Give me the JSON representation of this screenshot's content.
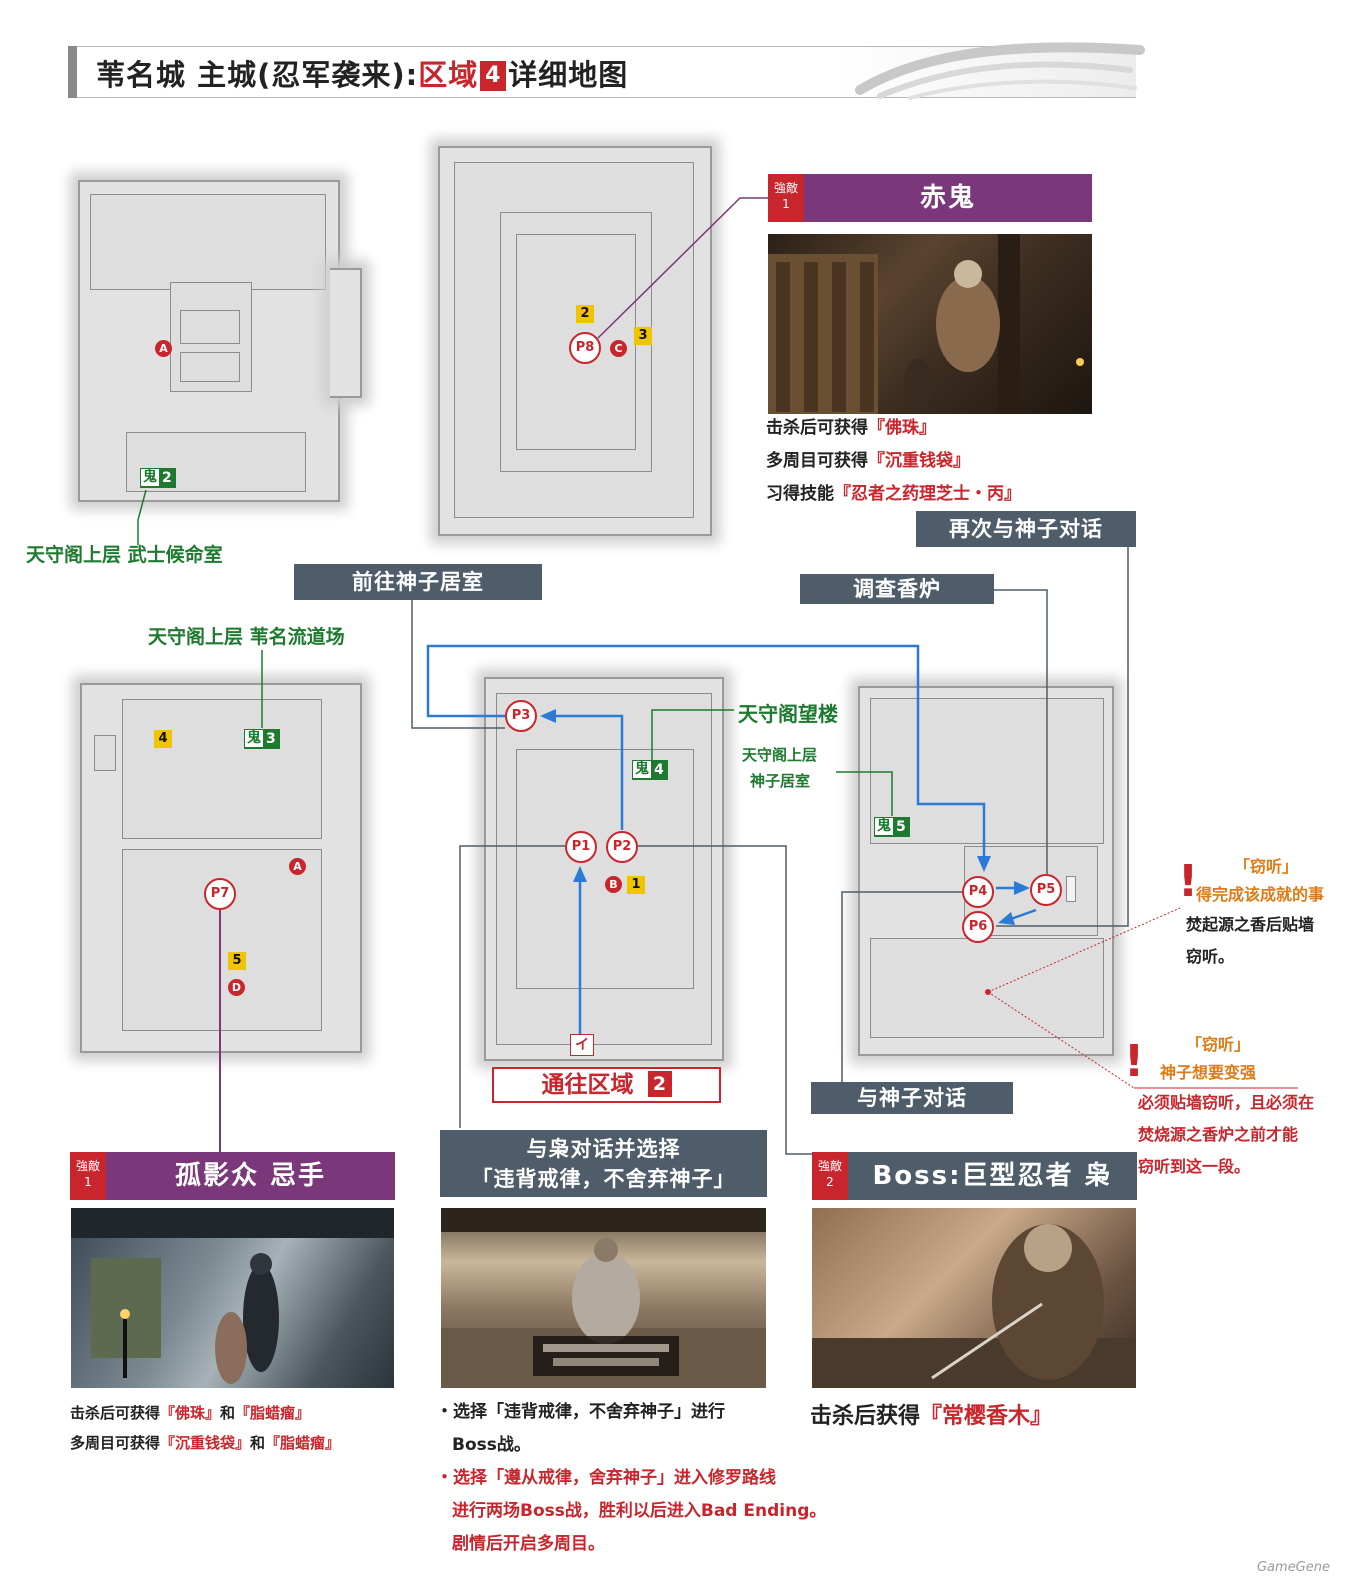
{
  "header": {
    "title_prefix": "苇名城 主城(忍军袭来):",
    "title_zone": "区域",
    "title_num": "4",
    "title_suffix": "详细地图"
  },
  "labels": {
    "upper_left_room": "天守阁上层 武士候命室",
    "upper_dojo": "天守阁上层 苇名流道场",
    "watchtower": "天守阁望楼",
    "kamiko_room_line1": "天守阁上层",
    "kamiko_room_line2": "神子居室",
    "go_kamiko_room": "前往神子居室",
    "talk_again": "再次与神子对话",
    "investigate_censer": "调查香炉",
    "talk_kamiko": "与神子对话",
    "route_to_zone": "通往区域",
    "route_zone_num": "2",
    "owl_choice_line1": "与枭对话并选择",
    "owl_choice_line2": "「违背戒律，不舍弃神子」"
  },
  "markers": {
    "p1": "P1",
    "p2": "P2",
    "p3": "P3",
    "p4": "P4",
    "p5": "P5",
    "p6": "P6",
    "p7": "P7",
    "p8": "P8",
    "a": "A",
    "b": "B",
    "c": "C",
    "d": "D",
    "y1": "1",
    "y2": "2",
    "y3": "3",
    "y4": "4",
    "y5": "5",
    "oni_char": "鬼",
    "oni2": "2",
    "oni3": "3",
    "oni4": "4",
    "oni5": "5",
    "iro": "イ"
  },
  "bosses": {
    "akaoni": {
      "tag_line1": "強敵",
      "tag_line2": "1",
      "name": "赤鬼"
    },
    "lone_shadow": {
      "tag_line1": "強敵",
      "tag_line2": "1",
      "name": "孤影众 忌手"
    },
    "owl": {
      "tag_line1": "強敵",
      "tag_line2": "2",
      "name": "Boss:巨型忍者 枭"
    }
  },
  "akaoni_text": {
    "l1_pre": "击杀后可获得",
    "l1_item": "『佛珠』",
    "l2_pre": "多周目可获得",
    "l2_item": "『沉重钱袋』",
    "l3_pre": "习得技能",
    "l3_item": "『忍者之药理芝士・丙』"
  },
  "lone_shadow_text": {
    "l1_pre": "击杀后可获得",
    "l1_item1": "『佛珠』",
    "l1_and": "和",
    "l1_item2": "『脂蜡瘤』",
    "l2_pre": "多周目可获得",
    "l2_item1": "『沉重钱袋』",
    "l2_and": "和",
    "l2_item2": "『脂蜡瘤』"
  },
  "owl_choice_text": {
    "b1_l1": "・选择「违背戒律，不舍弃神子」进行",
    "b1_l2": "Boss战。",
    "b2_l1": "・选择「遵从戒律，舍弃神子」进入修罗路线",
    "b2_l2": "进行两场Boss战，胜利以后进入Bad Ending。",
    "b2_l3": "剧情后开启多周目。"
  },
  "owl_text": {
    "pre": "击杀后获得",
    "item": "『常樱香木』"
  },
  "eavesdrop1": {
    "title": "「窃听」",
    "achievement": "得完成该成就的事",
    "l1": "焚起源之香后贴墙",
    "l2": "窃听。"
  },
  "eavesdrop2": {
    "title": "「窃听」",
    "subtitle": "神子想要变强",
    "l1": "必须贴墙窃听，且必须在",
    "l2": "焚烧源之香炉之前才能",
    "l3": "窃听到这一段。"
  },
  "watermark": "GameGene",
  "colors": {
    "accent_red": "#c8262c",
    "purple": "#7a3779",
    "slate": "#4e5d69",
    "green": "#1e7a2f",
    "route_blue": "#2b7bd6",
    "yellow": "#f1c400"
  }
}
